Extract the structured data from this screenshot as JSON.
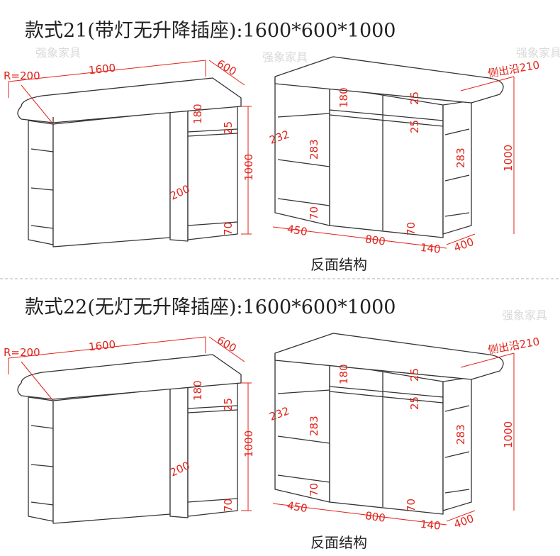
{
  "sections": [
    {
      "title": "款式21(带灯无升降插座):1600*600*1000",
      "caption": "反面结构",
      "dims": {
        "r": "R=200",
        "len": "1600",
        "depth": "600",
        "h180": "180",
        "h25": "25",
        "height": "1000",
        "w200": "200",
        "base70": "70",
        "w450": "450",
        "w800": "800",
        "w140": "140",
        "w400": "400",
        "d232": "232",
        "s283": "283",
        "side210": "侧出沿210"
      }
    },
    {
      "title": "款式22(无灯无升降插座):1600*600*1000",
      "caption": "反面结构",
      "dims": {
        "r": "R=200",
        "len": "1600",
        "depth": "600",
        "h180": "180",
        "h25": "25",
        "height": "1000",
        "w200": "200",
        "base70": "70",
        "w450": "450",
        "w800": "800",
        "w140": "140",
        "w400": "400",
        "d232": "232",
        "s283": "283",
        "side210": "侧出沿210"
      }
    }
  ],
  "watermark": "强象家具",
  "colors": {
    "dimension": "#e2231a",
    "line": "#333333"
  }
}
